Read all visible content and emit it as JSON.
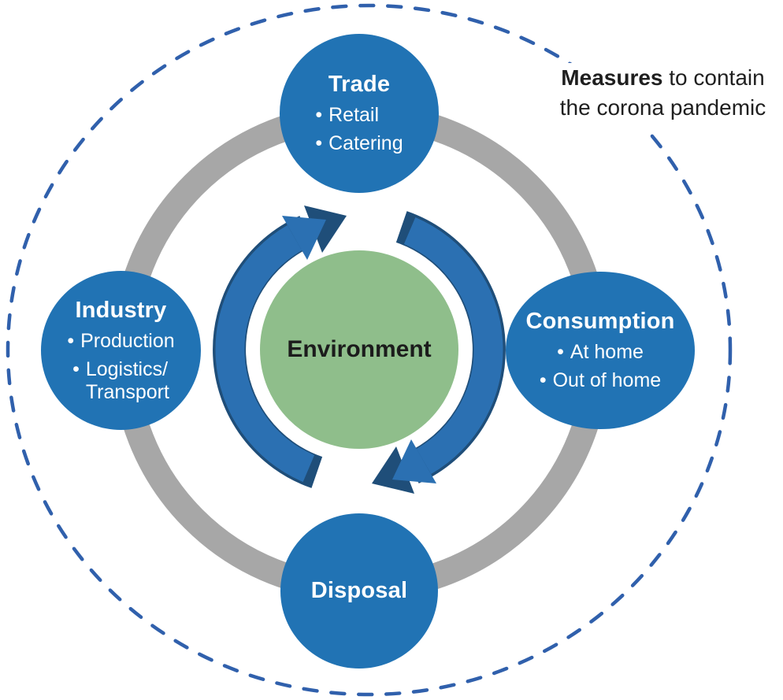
{
  "note": {
    "bold": "Measures",
    "rest": " to contain",
    "line2": "the corona pandemic"
  },
  "center": {
    "label": "Environment"
  },
  "nodes": {
    "trade": {
      "label": "Trade",
      "items": [
        "Retail",
        "Catering"
      ]
    },
    "industry": {
      "label": "Industry",
      "items": [
        "Production",
        "Logistics/\nTransport"
      ]
    },
    "consumption": {
      "label": "Consumption",
      "items": [
        "At home",
        "Out of home"
      ]
    },
    "disposal": {
      "label": "Disposal"
    }
  },
  "icons": {
    "bullet": "•"
  },
  "colors": {
    "node_blue": "#2173B4",
    "arrow_blue": "#2B70B2",
    "arrow_dark_blue": "#1F4E79",
    "ring_gray": "#A7A7A7",
    "center_green": "#8FBE8B",
    "dashed_blue": "#3060AC",
    "note_text": "#1F1F1F"
  }
}
